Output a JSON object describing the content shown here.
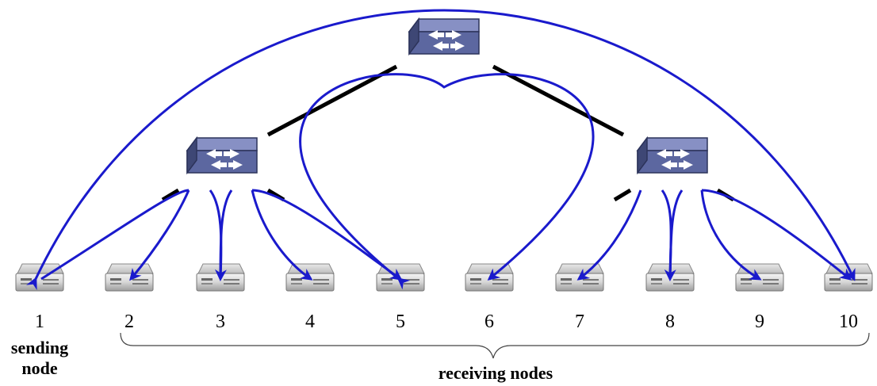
{
  "diagram": {
    "nodes": [
      {
        "id": 1,
        "label": "1",
        "role": "sender"
      },
      {
        "id": 2,
        "label": "2",
        "role": "receiver"
      },
      {
        "id": 3,
        "label": "3",
        "role": "receiver"
      },
      {
        "id": 4,
        "label": "4",
        "role": "receiver"
      },
      {
        "id": 5,
        "label": "5",
        "role": "receiver"
      },
      {
        "id": 6,
        "label": "6",
        "role": "receiver"
      },
      {
        "id": 7,
        "label": "7",
        "role": "receiver"
      },
      {
        "id": 8,
        "label": "8",
        "role": "receiver"
      },
      {
        "id": 9,
        "label": "9",
        "role": "receiver"
      },
      {
        "id": 10,
        "label": "10",
        "role": "receiver"
      }
    ],
    "switches": [
      "root-switch",
      "left-switch",
      "right-switch"
    ],
    "sending_label": "sending node",
    "receiving_label": "receiving nodes",
    "colors": {
      "arrow": "#1a1acc",
      "link": "#000000",
      "switch_top": "#6f7ab0",
      "switch_side": "#3e4775"
    }
  }
}
